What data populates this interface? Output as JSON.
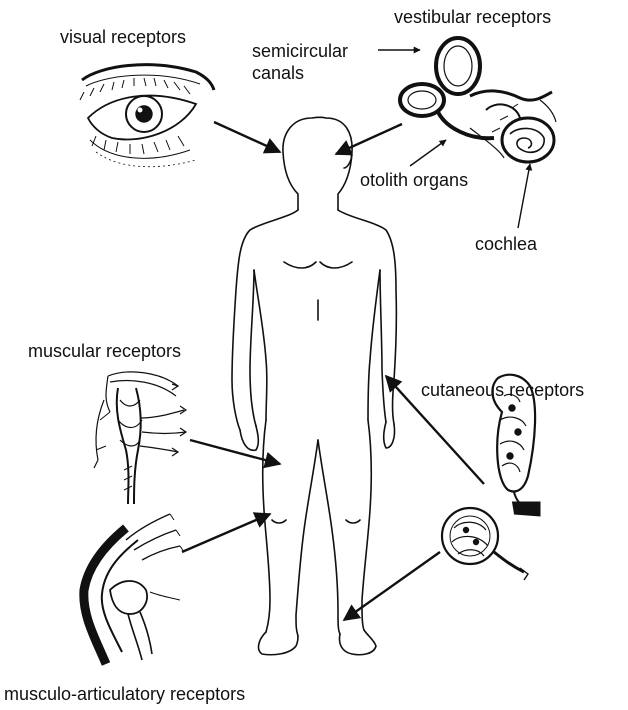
{
  "labels": {
    "visual": "visual receptors",
    "vestibular": "vestibular receptors",
    "semicircular_line1": "semicircular",
    "semicircular_line2": "canals",
    "otolith": "otolith organs",
    "cochlea": "cochlea",
    "muscular": "muscular receptors",
    "cutaneous": "cutaneous receptors",
    "musculo_articulatory": "musculo-articulatory receptors"
  },
  "colors": {
    "ink": "#111111",
    "background": "#ffffff"
  },
  "icons": [
    "eye-illustration",
    "inner-ear-illustration",
    "human-body-figure",
    "muscle-spindle-illustration",
    "joint-illustration",
    "corpuscle-illustration"
  ]
}
